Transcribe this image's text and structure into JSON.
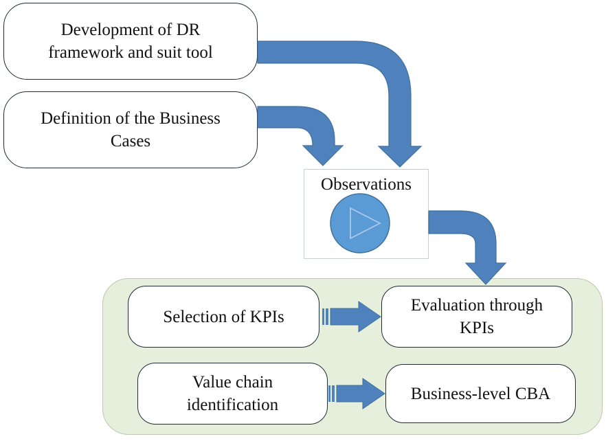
{
  "diagram": {
    "boxes": {
      "development": "Development of DR\nframework and suit tool",
      "definition": "Definition of the Business\nCases",
      "observations": "Observations",
      "selection_kpis": "Selection of KPIs",
      "evaluation_kpis": "Evaluation through\nKPIs",
      "value_chain": "Value chain\nidentification",
      "business_cba": "Business-level CBA"
    },
    "colors": {
      "arrow_fill": "#4f81bd",
      "arrow_stroke": "#41719c",
      "group_fill": "#e6efdb",
      "play_fill": "#5b9bd5"
    }
  }
}
